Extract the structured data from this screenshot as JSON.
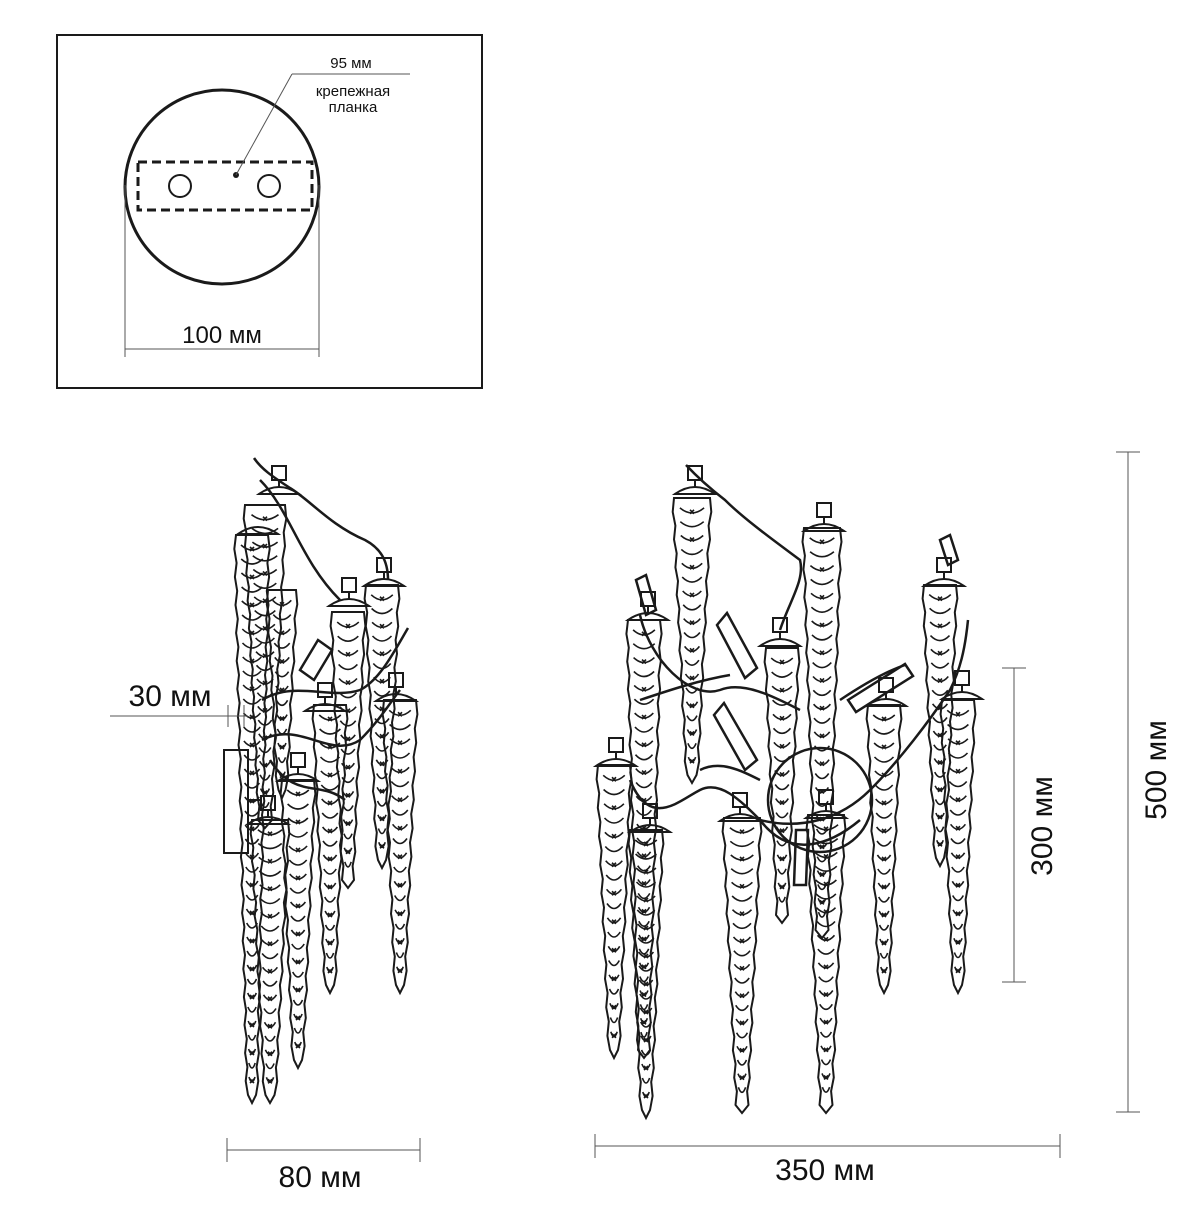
{
  "detail_box": {
    "bar_width_label": "95 мм",
    "bar_name_line1": "крепежная",
    "bar_name_line2": "планка",
    "plate_diameter_label": "100 мм"
  },
  "side_view": {
    "wall_offset_label": "30 мм",
    "depth_label": "80 мм"
  },
  "front_view": {
    "width_label": "350 мм",
    "height_label": "500 мм",
    "crystal_height_label": "300 мм"
  },
  "colors": {
    "line": "#1a1a1a",
    "dimension": "#555555",
    "background": "#ffffff"
  }
}
